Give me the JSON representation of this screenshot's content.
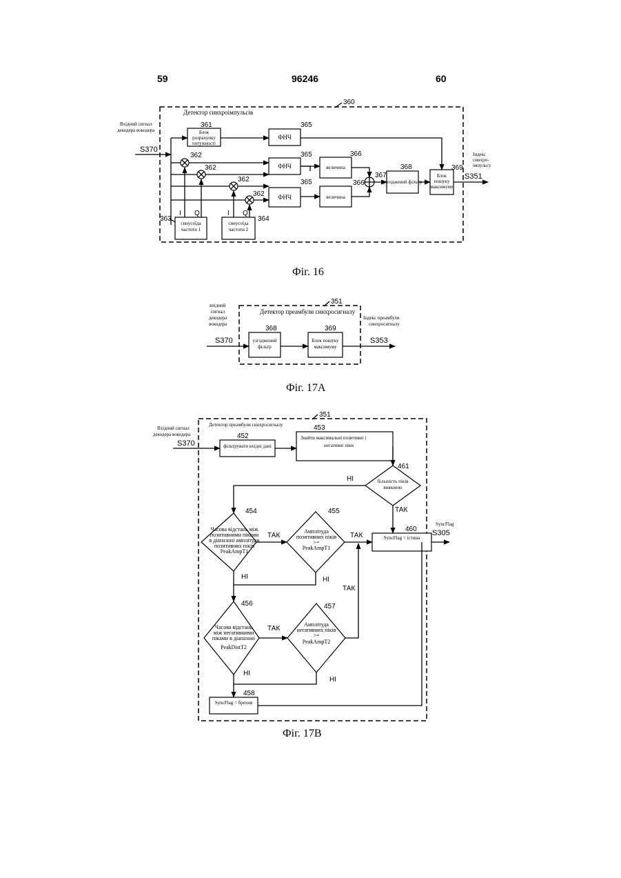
{
  "header": {
    "left_page": "59",
    "doc_number": "96246",
    "right_page": "60"
  },
  "fig16": {
    "caption": "Фіг. 16",
    "ref_block": "360",
    "title": "Детектор синхроімпульсів",
    "input_label_1": "Вхідний сигнал",
    "input_label_2": "декодера вокодера",
    "input_signal": "S370",
    "power_block": [
      "Блок",
      "розрахунку",
      "потужності"
    ],
    "power_ref": "361",
    "lpf": "ФНЧ",
    "lpf_ref": "365",
    "mult_ref": "362",
    "magnitude": "величина",
    "magnitude_ref": "366",
    "adder_ref": "367",
    "matched_filter": "узгоджений фільтр",
    "matched_ref": "368",
    "max_block": [
      "Блок",
      "пошуку",
      "максимуму"
    ],
    "max_ref": "369",
    "output_label": [
      "Індекс",
      "синхро-",
      "імпульсу"
    ],
    "output_signal": "S351",
    "i_label": "I",
    "q_label": "Q",
    "sin1": [
      "синусоїда",
      "частоти 1"
    ],
    "sin1_ref": "363",
    "sin2": [
      "синусоїда",
      "частоти 2"
    ],
    "sin2_ref": "364"
  },
  "fig17a": {
    "caption": "Фіг. 17А",
    "ref_block": "351",
    "title": "Детектор преамбули синхросигналу",
    "input_label": [
      "вхідний",
      "сигнал",
      "декодера",
      "вокодера"
    ],
    "input_signal": "S370",
    "matched_filter": [
      "узгоджений",
      "фільтр"
    ],
    "matched_ref": "368",
    "max_block": [
      "Блок пошуку",
      "максимуму"
    ],
    "max_ref": "369",
    "output_label": [
      "Індекс преамбули",
      "синхросигналу"
    ],
    "output_signal": "S353"
  },
  "fig17b": {
    "caption": "Фіг. 17В",
    "ref_block": "351",
    "title": "Детектор преамбули синхросигналу",
    "input_label_1": "Вхідний сигнал",
    "input_label_2": "декодера вокодера",
    "input_signal": "S370",
    "filter_block": "фільтрувати вхідні дані",
    "filter_ref": "452",
    "find_block": [
      "Знайти максимальні позитивні і",
      "негативні піки"
    ],
    "find_ref": "453",
    "d461": [
      "більшість піків",
      "виявлено"
    ],
    "d461_ref": "461",
    "d454": [
      "Часова відстань між",
      "позитивними піками",
      "в діапазоні амплітуди",
      "позитивних піків",
      "PeakAmpT1"
    ],
    "d454_ref": "454",
    "d455": [
      "Амплітуда",
      "позитивних піків",
      ">=",
      "PeakAmpT1"
    ],
    "d455_ref": "455",
    "d456": [
      "Часова відстань",
      "між негативними",
      "піками в діапазоні",
      "PeakDistT2"
    ],
    "d456_ref": "456",
    "d457": [
      "Амплітуда",
      "негативних піків",
      ">=",
      "PeakAmpT2"
    ],
    "d457_ref": "457",
    "sync_true": "SyncFlag = істина",
    "sync_true_ref": "460",
    "sync_false": "SyncFlag = брехня",
    "sync_false_ref": "458",
    "yes": "ТАК",
    "no": "НІ",
    "output_label": "SyncFlag",
    "output_signal": "S305"
  }
}
